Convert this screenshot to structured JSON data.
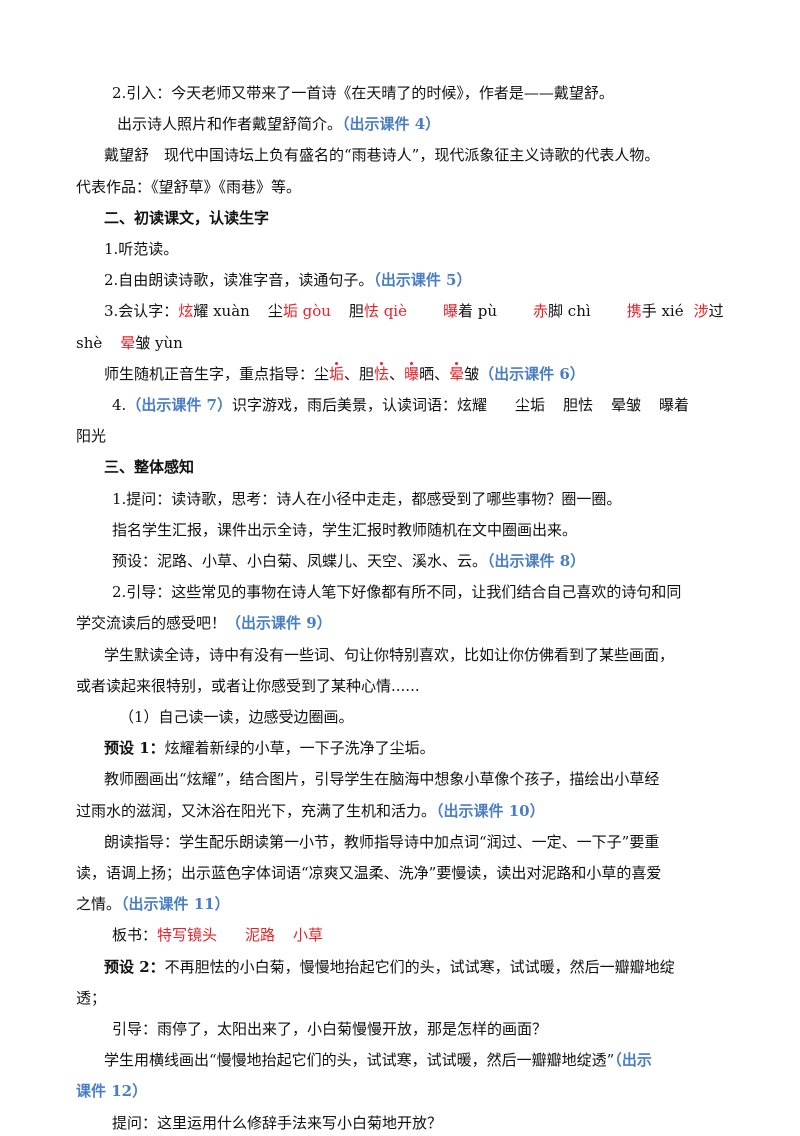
{
  "l1": {
    "a": "2.引入：今天老师又带来了一首诗《在天晴了的时候》，作者是——戴望舒。"
  },
  "l2": {
    "a": "出示诗人照片和作者戴望舒简介。",
    "b": "（出示课件 4）"
  },
  "l3": {
    "a": "戴望舒　现代中国诗坛上负有盛名的“雨巷诗人”，现代派象征主义诗歌的代表人物。"
  },
  "l4": {
    "a": "代表作品：《望舒草》《雨巷》等。"
  },
  "h2": {
    "a": "二、初读课文，认读生字"
  },
  "l5": {
    "a": "1.听范读。"
  },
  "l6": {
    "a": "2.自由朗读诗歌，读准字音，读通句子。",
    "b": "（出示课件 5）"
  },
  "l7": {
    "pre": "3.会认字：",
    "c1": "炫",
    "c1b": "耀 xuàn",
    "c2": "尘",
    "c2r": "垢 gòu",
    "c3": "胆",
    "c3r": "怯 qiè",
    "c4": "曝",
    "c4b": "着 pù",
    "c5": "赤",
    "c5b": "脚 chì",
    "c6": "携",
    "c6b": "手 xié",
    "c7": "涉",
    "c7b": "过"
  },
  "l8": {
    "a": "shè",
    "b": "晕",
    "c": "皱 yùn"
  },
  "l9": {
    "a": "师生随机正音生字，重点指导：尘",
    "r1": "垢",
    "s1": "、胆",
    "r2": "怯",
    "s2": "、",
    "r3": "曝",
    "s3": "晒、",
    "r4": "晕",
    "s4": "皱",
    "b": "（出示课件 6）"
  },
  "l10": {
    "a": "4.",
    "b": "（出示课件 7）",
    "c": "识字游戏，雨后美景，认读词语：炫耀",
    "w1": "尘垢",
    "w2": "胆怯",
    "w3": "晕皱",
    "w4": "曝着"
  },
  "l11": {
    "a": "阳光"
  },
  "h3": {
    "a": "三、整体感知"
  },
  "l12": {
    "a": "1.提问：读诗歌，思考：诗人在小径中走走，都感受到了哪些事物？圈一圈。"
  },
  "l13": {
    "a": "指名学生汇报，课件出示全诗，学生汇报时教师随机在文中圈画出来。"
  },
  "l14": {
    "a": "预设：泥路、小草、小白菊、凤蝶儿、天空、溪水、云。",
    "b": "（出示课件 8）"
  },
  "l15": {
    "a": "2.引导：这些常见的事物在诗人笔下好像都有所不同，让我们结合自己喜欢的诗句和同"
  },
  "l16": {
    "a": "学交流读后的感受吧！",
    "b": "（出示课件 9）"
  },
  "l17": {
    "a": "学生默读全诗，诗中有没有一些词、句让你特别喜欢，比如让你仿佛看到了某些画面，"
  },
  "l18": {
    "a": "或者读起来很特别，或者让你感受到了某种心情......"
  },
  "l19": {
    "a": "（1）自己读一读，边感受边圈画。"
  },
  "l20": {
    "a": "预设 1：",
    "b": "炫耀着新绿的小草，一下子洗净了尘垢。"
  },
  "l21": {
    "a": "教师圈画出“炫耀”，结合图片，引导学生在脑海中想象小草像个孩子，描绘出小草经"
  },
  "l22": {
    "a": "过雨水的滋润，又沐浴在阳光下，充满了生机和活力。",
    "b": "（出示课件 10）"
  },
  "l23": {
    "a": "朗读指导：学生配乐朗读第一小节，教师指导诗中加点词“润过、一定、一下子”要重"
  },
  "l24": {
    "a": "读，语调上扬；出示蓝色字体词语“凉爽又温柔、洗净”要慢读，读出对泥路和小草的喜爱"
  },
  "l25": {
    "a": "之情。",
    "b": "（出示课件 11）"
  },
  "l26": {
    "a": "板书：",
    "b": "特写镜头",
    "c": "泥路",
    "d": "小草"
  },
  "l27": {
    "a": "预设 2：",
    "b": "不再胆怯的小白菊，慢慢地抬起它们的头，试试寒，试试暖，然后一瓣瓣地绽"
  },
  "l28": {
    "a": "透；"
  },
  "l29": {
    "a": "引导：雨停了，太阳出来了，小白菊慢慢开放，那是怎样的画面？"
  },
  "l30": {
    "a": "学生用横线画出“慢慢地抬起它们的头，试试寒，试试暖，然后一瓣瓣地绽透”",
    "b": "（出示"
  },
  "l31": {
    "a": "课件 12）"
  },
  "l32": {
    "a": "提问：这里运用什么修辞手法来写小白菊地开放？"
  }
}
